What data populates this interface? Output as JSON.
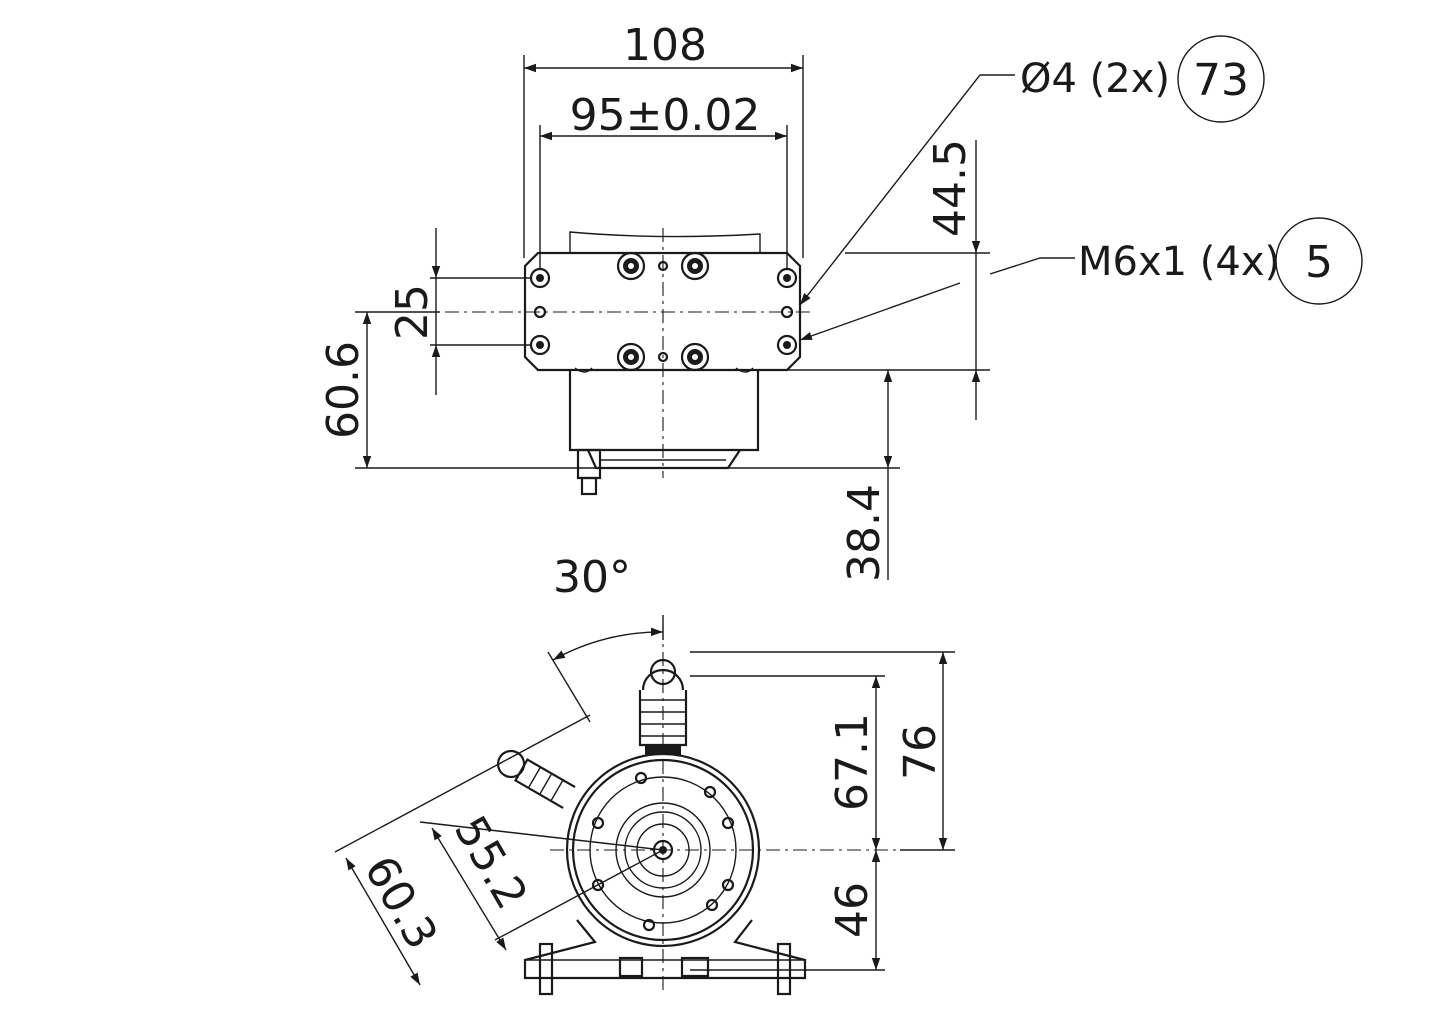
{
  "dimensions": {
    "width_overall": "108",
    "hole_spacing": "95±0.02",
    "height_44_5": "44.5",
    "hole_row_spacing": "25",
    "height_60_6": "60.6",
    "height_38_4": "38.4",
    "angle": "30°",
    "height_67_1": "67.1",
    "height_76": "76",
    "height_46": "46",
    "radial_55_2": "55.2",
    "radial_60_3": "60.3"
  },
  "callouts": {
    "dowel_hole": {
      "text": "Ø4 (2x)",
      "balloon": "73"
    },
    "thread": {
      "text": "M6x1 (4x)",
      "balloon": "5"
    }
  }
}
